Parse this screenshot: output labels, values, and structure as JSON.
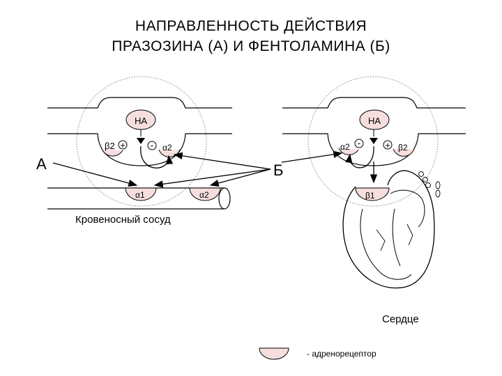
{
  "title": {
    "line1": "НАПРАВЛЕННОСТЬ ДЕЙСТВИЯ",
    "line2": "ПРАЗОЗИНА (А) И ФЕНТОЛАМИНА (Б)"
  },
  "left_panel": {
    "ne_label": "НА",
    "beta2_label": "β2",
    "plus_sign": "+",
    "minus_sign": "-",
    "alpha2_pre_label": "α2",
    "alpha1_label": "α1",
    "alpha2_post_label": "α2",
    "drug_label": "А",
    "vessel_caption": "Кровеносный сосуд"
  },
  "right_panel": {
    "ne_label": "НА",
    "alpha2_pre_label": "α2",
    "minus_sign": "-",
    "plus_sign": "+",
    "beta2_label": "β2",
    "beta1_label": "β1",
    "drug_label": "Б",
    "heart_caption": "Сердце"
  },
  "legend": {
    "text": "- адренорецептор"
  },
  "colors": {
    "receptor_fill": "#f6dede",
    "line": "#000000"
  }
}
